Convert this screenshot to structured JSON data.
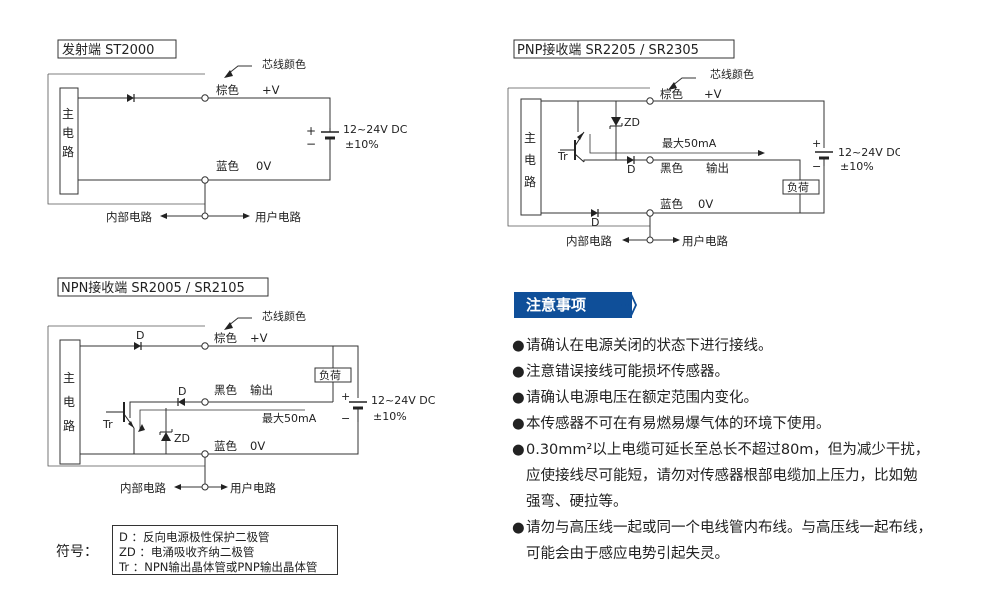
{
  "colors": {
    "accent": "#0f4f99",
    "line": "#333333"
  },
  "emitter": {
    "title": "发射端 ST2000",
    "main_circuit": [
      "主",
      "电",
      "路"
    ],
    "core_color": "芯线颜色",
    "brown": "棕色",
    "plus_v": "+V",
    "blue": "蓝色",
    "zero_v": "0V",
    "supply": "12~24V DC",
    "tolerance": "±10%",
    "plus": "+",
    "minus": "−",
    "internal": "内部电路",
    "user": "用户电路"
  },
  "pnp": {
    "title": "PNP接收端 SR2205 / SR2305",
    "main_circuit": [
      "主",
      "电",
      "路"
    ],
    "core_color": "芯线颜色",
    "brown": "棕色",
    "plus_v": "+V",
    "max": "最大50mA",
    "black": "黑色",
    "output": "输出",
    "blue": "蓝色",
    "zero_v": "0V",
    "supply": "12~24V DC",
    "tolerance": "±10%",
    "plus": "+",
    "minus": "−",
    "load": "负荷",
    "tr": "Tr",
    "zd": "ZD",
    "d": "D",
    "d2": "D",
    "internal": "内部电路",
    "user": "用户电路"
  },
  "npn": {
    "title": "NPN接收端 SR2005 / SR2105",
    "main_circuit": [
      "主",
      "电",
      "路"
    ],
    "core_color": "芯线颜色",
    "brown": "棕色",
    "plus_v": "+V",
    "black": "黑色",
    "output": "输出",
    "max": "最大50mA",
    "blue": "蓝色",
    "zero_v": "0V",
    "supply": "12~24V DC",
    "tolerance": "±10%",
    "plus": "+",
    "minus": "−",
    "load": "负荷",
    "tr": "Tr",
    "zd": "ZD",
    "d": "D",
    "d2": "D",
    "internal": "内部电路",
    "user": "用户电路"
  },
  "legend": {
    "symbol": "符号：",
    "d": "D  ：反向电源极性保护二极管",
    "zd": "ZD ：电涌吸收齐纳二极管",
    "tr": "Tr ：NPN输出晶体管或PNP输出晶体管"
  },
  "notes": {
    "title": "注意事项",
    "items": [
      "请确认在电源关闭的状态下进行接线。",
      "注意错误接线可能损坏传感器。",
      "请确认电源电压在额定范围内变化。",
      "本传感器不可在有易燃易爆气体的环境下使用。",
      "0.30mm²以上电缆可延长至总长不超过80m，但为减少干扰，",
      "应使接线尽可能短，请勿对传感器根部电缆加上压力，比如勉",
      "强弯、硬拉等。",
      "请勿与高压线一起或同一个电线管内布线。与高压线一起布线，",
      "可能会由于感应电势引起失灵。"
    ]
  }
}
